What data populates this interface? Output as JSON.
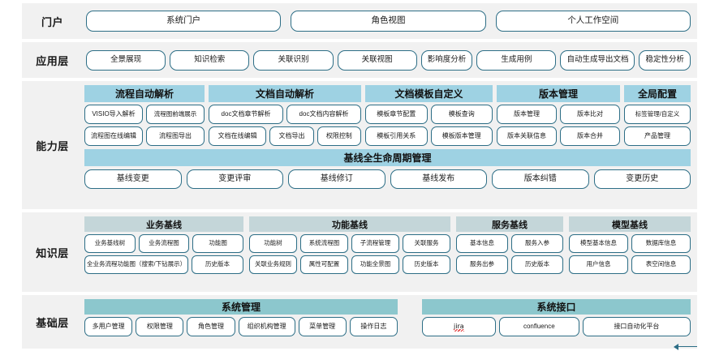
{
  "layers": [
    {
      "label": "门户",
      "items": [
        "系统门户",
        "角色视图",
        "个人工作空间"
      ]
    },
    {
      "label": "应用层",
      "items": [
        "全景展现",
        "知识检索",
        "关联识别",
        "关联视图",
        "影响度分析",
        "生成用例",
        "自动生成导出文档",
        "稳定性分析"
      ]
    },
    {
      "label": "能力层",
      "groups": [
        {
          "title": "流程自动解析",
          "rows": [
            [
              "VISIO导入解析",
              "流程图前端展示"
            ],
            [
              "流程图在线编辑",
              "流程图导出"
            ]
          ]
        },
        {
          "title": "文档自动解析",
          "rows": [
            [
              "doc文档章节解析",
              "doc文档内容解析"
            ],
            [
              "文档在线编辑",
              "文档导出",
              "权限控制"
            ]
          ]
        },
        {
          "title": "文档模板自定义",
          "rows": [
            [
              "模板章节配置",
              "模板查询"
            ],
            [
              "模板引用关系",
              "模板版本管理"
            ]
          ]
        },
        {
          "title": "版本管理",
          "rows": [
            [
              "版本管理",
              "版本比对"
            ],
            [
              "版本关联信息",
              "版本合并"
            ]
          ]
        },
        {
          "title": "全局配置",
          "rows": [
            [
              "标签管理/自定义"
            ],
            [
              "产品管理"
            ]
          ]
        }
      ],
      "lifecycle": {
        "title": "基线全生命周期管理",
        "items": [
          "基线变更",
          "变更评审",
          "基线修订",
          "基线发布",
          "版本纠错",
          "变更历史"
        ]
      }
    },
    {
      "label": "知识层",
      "groups": [
        {
          "title": "业务基线",
          "rows": [
            [
              "业务基线树",
              "业务流程图",
              "功能图"
            ],
            [
              "全业务流程功能图（搜索/下钻展示）",
              "历史版本"
            ]
          ]
        },
        {
          "title": "功能基线",
          "rows": [
            [
              "功能树",
              "系统流程图",
              "子流程管理",
              "关联服务"
            ],
            [
              "关联业务规则",
              "属性可配置",
              "功能全景图",
              "历史版本"
            ]
          ]
        },
        {
          "title": "服务基线",
          "rows": [
            [
              "基本信息",
              "服务入参"
            ],
            [
              "服务出参",
              "历史版本"
            ]
          ]
        },
        {
          "title": "模型基线",
          "rows": [
            [
              "模型基本信息",
              "数据库信息"
            ],
            [
              "用户信息",
              "表空间信息"
            ]
          ]
        }
      ]
    },
    {
      "label": "基础层",
      "groups": [
        {
          "title": "系统管理",
          "rows": [
            [
              "多用户管理",
              "权限管理",
              "角色管理",
              "组织机构管理",
              "菜单管理",
              "操作日志"
            ]
          ]
        },
        {
          "title": "系统接口",
          "rows": [
            [
              "jira",
              "confluence",
              "接口自动化平台"
            ]
          ]
        }
      ]
    }
  ],
  "colors": {
    "band_background": "#f1f1f1",
    "pill_border": "#2d6e86",
    "capability_header": "#9ed2e3",
    "knowledge_header": "#c4d6d9",
    "foundation_header": "#8cc7cd",
    "page_background": "#ffffff"
  }
}
